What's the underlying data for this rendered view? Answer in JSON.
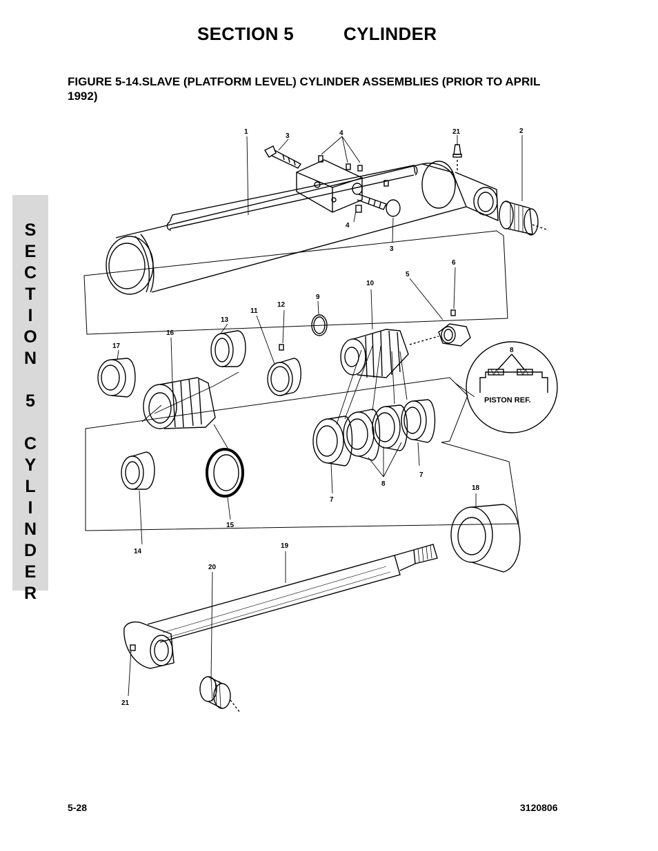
{
  "header": {
    "section": "SECTION 5",
    "title": "CYLINDER"
  },
  "figure_title": "FIGURE 5-14.SLAVE (PLATFORM LEVEL) CYLINDER ASSEMBLIES (PRIOR TO APRIL 1992)",
  "side_tab": [
    "S",
    "E",
    "C",
    "T",
    "I",
    "O",
    "N",
    "",
    "5",
    "",
    "C",
    "Y",
    "L",
    "I",
    "N",
    "D",
    "E",
    "R"
  ],
  "detail_label": "PISTON REF.",
  "callouts": {
    "c1": "1",
    "c2": "2",
    "c3a": "3",
    "c3b": "3",
    "c4a": "4",
    "c4b": "4",
    "c5": "5",
    "c6": "6",
    "c7a": "7",
    "c7b": "7",
    "c8a": "8",
    "c8b": "8",
    "c9": "9",
    "c10": "10",
    "c11": "11",
    "c12": "12",
    "c13": "13",
    "c14": "14",
    "c15": "15",
    "c16": "16",
    "c17": "17",
    "c18": "18",
    "c19": "19",
    "c20": "20",
    "c21a": "21",
    "c21b": "21"
  },
  "footer": {
    "page": "5-28",
    "doc_number": "3120806"
  }
}
